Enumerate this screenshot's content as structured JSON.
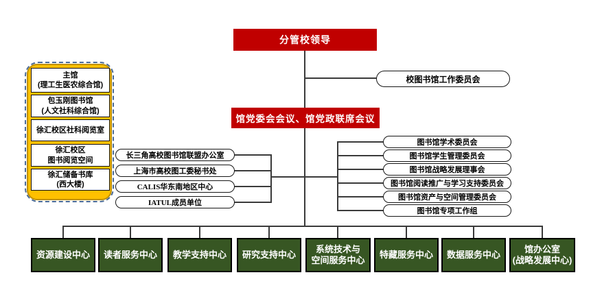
{
  "colors": {
    "red": "#C00000",
    "green": "#375623",
    "yellow": "#FFC000",
    "yellow_border": "#BF9000",
    "dash_border": "#4A6A96",
    "line": "#3a3a3a"
  },
  "top_box": {
    "label": "分管校领导"
  },
  "committee_oval": {
    "label": "校图书馆工作委员会"
  },
  "middle_box": {
    "label": "馆党委会会议、馆党政联席会议"
  },
  "branches": {
    "items": [
      {
        "label": "主馆\n(理工生医农综合馆)"
      },
      {
        "label": "包玉刚图书馆\n(人文社科综合馆)"
      },
      {
        "label": "徐汇校区社科阅览室"
      },
      {
        "label": "徐汇校区\n图书阅览空间"
      },
      {
        "label": "徐汇储备书库\n(西大楼)"
      }
    ]
  },
  "left_ovals": {
    "items": [
      {
        "label": "长三角高校图书馆联盟办公室"
      },
      {
        "label": "上海市高校图工委秘书处"
      },
      {
        "label": "CALIS华东南地区中心"
      },
      {
        "label": "IATUL成员单位"
      }
    ]
  },
  "right_ovals": {
    "items": [
      {
        "label": "图书馆学术委员会"
      },
      {
        "label": "图书馆学生管理委员会"
      },
      {
        "label": "图书馆战略发展理事会"
      },
      {
        "label": "图书馆阅读推广与学习支持委员会"
      },
      {
        "label": "图书馆资产与空间管理委员会"
      },
      {
        "label": "图书馆专项工作组"
      }
    ]
  },
  "centers": {
    "items": [
      {
        "label": "资源建设中心"
      },
      {
        "label": "读者服务中心"
      },
      {
        "label": "教学支持中心"
      },
      {
        "label": "研究支持中心"
      },
      {
        "label": "系统技术与\n空间服务中心"
      },
      {
        "label": "特藏服务中心"
      },
      {
        "label": "数据服务中心"
      },
      {
        "label": "馆办公室\n(战略发展中心)"
      }
    ]
  }
}
